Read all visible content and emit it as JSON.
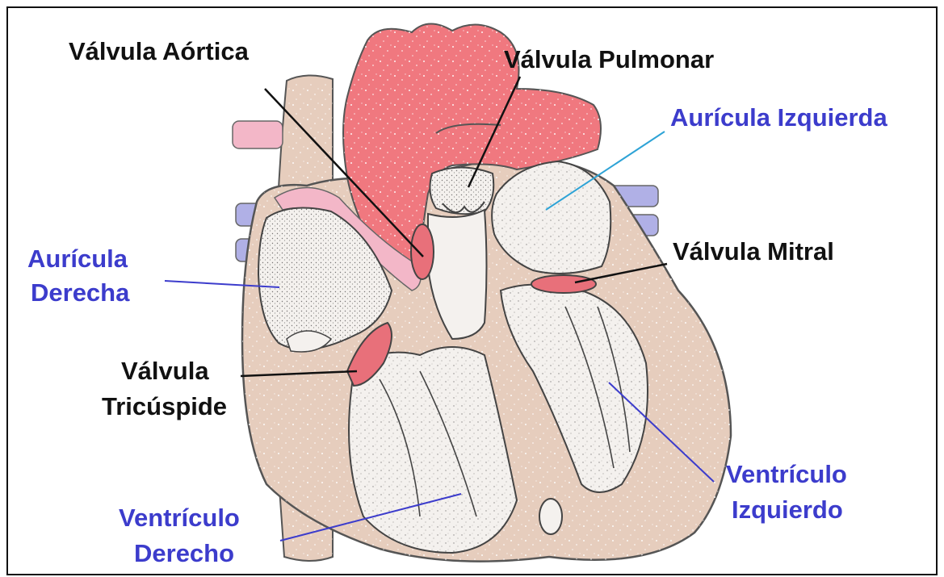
{
  "labels": {
    "aortic_valve": "Válvula Aórtica",
    "pulmonary_valve": "Válvula Pulmonar",
    "left_atrium": "Aurícula  Izquierda",
    "mitral_valve": "Válvula  Mitral",
    "right_atrium_line1": "Aurícula",
    "right_atrium_line2": "Derecha",
    "tricuspid_valve_line1": "Válvula",
    "tricuspid_valve_line2": "Tricúspide",
    "left_ventricle_line1": "Ventrículo",
    "left_ventricle_line2": "Izquierdo",
    "right_ventricle_line1": "Ventrículo",
    "right_ventricle_line2": "Derecho"
  },
  "colors": {
    "tissue": "#e6cdbd",
    "vessel_red": "#f0787f",
    "valve_red": "#e8707a",
    "pink_vessel": "#f3b7c8",
    "blue_vessel": "#b0b0e6",
    "chamber": "#f4f1ee",
    "label_dark": "#111111",
    "label_blue": "#3c3ccc",
    "leader_dark": "#111111",
    "leader_blue": "#3c3ccc",
    "leader_cyan": "#2ea3d6",
    "border": "#111111"
  }
}
